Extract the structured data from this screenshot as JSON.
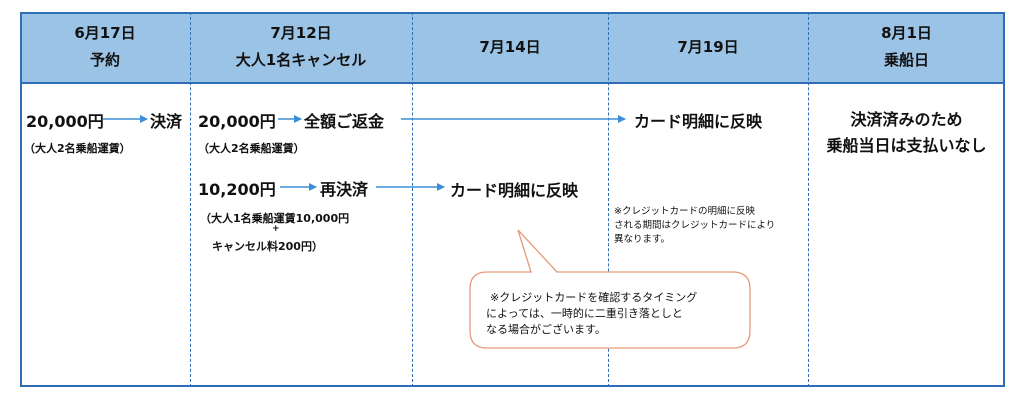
{
  "columns": [
    {
      "date": "6月17日",
      "label": "予約"
    },
    {
      "date": "7月12日",
      "label": "大人1名キャンセル"
    },
    {
      "date": "7月14日",
      "label": ""
    },
    {
      "date": "7月19日",
      "label": ""
    },
    {
      "date": "8月1日",
      "label": "乗船日"
    }
  ],
  "col1": {
    "amount": "20,000円",
    "action": "決済",
    "detail": "（大人2名乗船運賃）"
  },
  "col2": {
    "amount": "20,000円",
    "action": "全額ご返金",
    "detail": "（大人2名乗船運賃）",
    "amount2": "10,200円",
    "action2": "再決済",
    "detail2_line1": "（大人1名乗船運賃10,000円",
    "detail2_plus": "+",
    "detail2_line2": "キャンセル料200円）"
  },
  "col3": {
    "reflect": "カード明細に反映"
  },
  "col4": {
    "reflect": "カード明細に反映",
    "note_line1": "※クレジットカードの明細に反映",
    "note_line2": "される期間はクレジットカードにより",
    "note_line3": "異なります。"
  },
  "col5": {
    "line1": "決済済みのため",
    "line2": "乗船当日は支払いなし"
  },
  "callout": {
    "line1": "※クレジットカードを確認するタイミング",
    "line2": "によっては、一時的に二重引き落としと",
    "line3": "なる場合がございます。"
  },
  "colors": {
    "border": "#2f6db5",
    "header_fill": "#9bc3e6",
    "arrow": "#3a8fd8",
    "callout_border": "#e59a7a"
  }
}
